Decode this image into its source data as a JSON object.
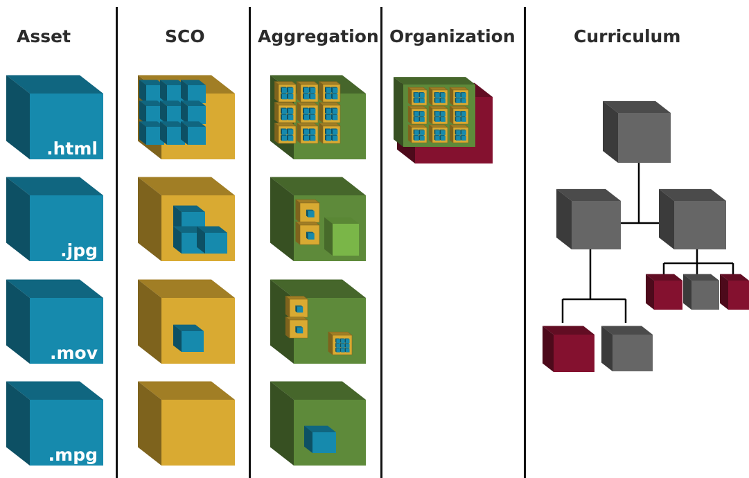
{
  "columns": [
    {
      "key": "asset",
      "label": "Asset"
    },
    {
      "key": "sco",
      "label": "SCO"
    },
    {
      "key": "aggregation",
      "label": "Aggregation"
    },
    {
      "key": "organization",
      "label": "Organization"
    },
    {
      "key": "curriculum",
      "label": "Curriculum"
    }
  ],
  "asset_labels": [
    ".html",
    ".jpg",
    ".mov",
    ".mpg"
  ],
  "colors": {
    "asset_blue": "#168aad",
    "sco_gold": "#d9aa32",
    "aggregation_green": "#5e8a3a",
    "organization_maroon": "#84112f",
    "curriculum_gray": "#666666",
    "light_green": "#7ab648"
  }
}
